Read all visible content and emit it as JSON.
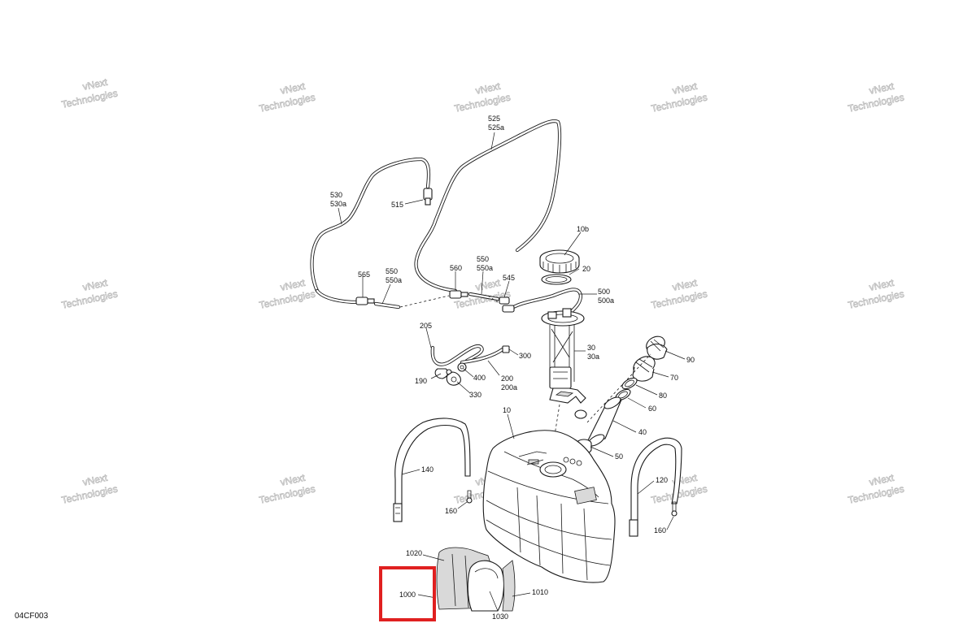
{
  "diagram_id": "04CF003",
  "watermark": {
    "line1": "vNext",
    "line2": "Technologies",
    "full": "vNext Technologies"
  },
  "highlight_color": "#e02020",
  "callouts": {
    "c525": "525",
    "c525a": "525a",
    "c530": "530",
    "c530a": "530a",
    "c515": "515",
    "c10b": "10b",
    "c20": "20",
    "c565": "565",
    "c550_l": "550",
    "c550a_l": "550a",
    "c560": "560",
    "c550_r": "550",
    "c550a_r": "550a",
    "c545": "545",
    "c500": "500",
    "c500a": "500a",
    "c205": "205",
    "c300": "300",
    "c30": "30",
    "c30a": "30a",
    "c90": "90",
    "c70": "70",
    "c190": "190",
    "c400": "400",
    "c200": "200",
    "c200a": "200a",
    "c330": "330",
    "c80": "80",
    "c60": "60",
    "c10": "10",
    "c40": "40",
    "c50": "50",
    "c140": "140",
    "c120": "120",
    "c160_l": "160",
    "c160_r": "160",
    "c1020": "1020",
    "c1000": "1000",
    "c1010": "1010",
    "c1030": "1030"
  }
}
